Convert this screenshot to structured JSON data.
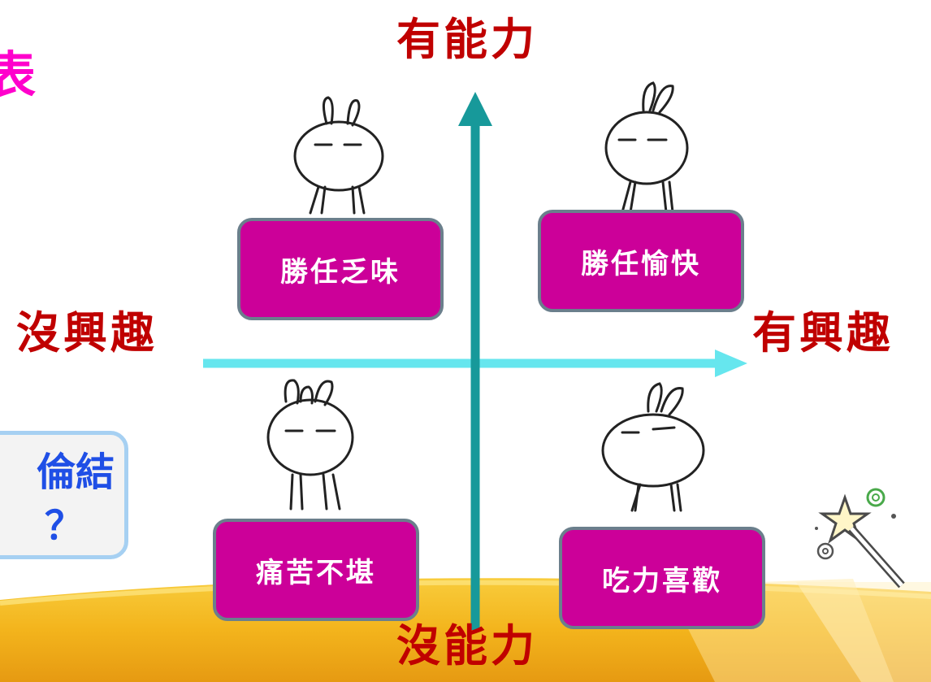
{
  "axes": {
    "top": "有能力",
    "bottom": "沒能力",
    "left": "沒興趣",
    "right": "有興趣"
  },
  "quadrants": {
    "top_left": "勝任乏味",
    "top_right": "勝任愉快",
    "bottom_left": "痛苦不堪",
    "bottom_right": "吃力喜歡"
  },
  "partial_title": "表",
  "bubble": {
    "line1": "倫結",
    "line2": "？"
  },
  "colors": {
    "axis_label": "#c00000",
    "quadrant_fill": "#cc0099",
    "vertical_axis": "#17999a",
    "horizontal_axis": "#66e6ee",
    "title_pink": "#ff00cc",
    "bubble_text": "#1f4fe6",
    "ground": "#f3b41c"
  }
}
